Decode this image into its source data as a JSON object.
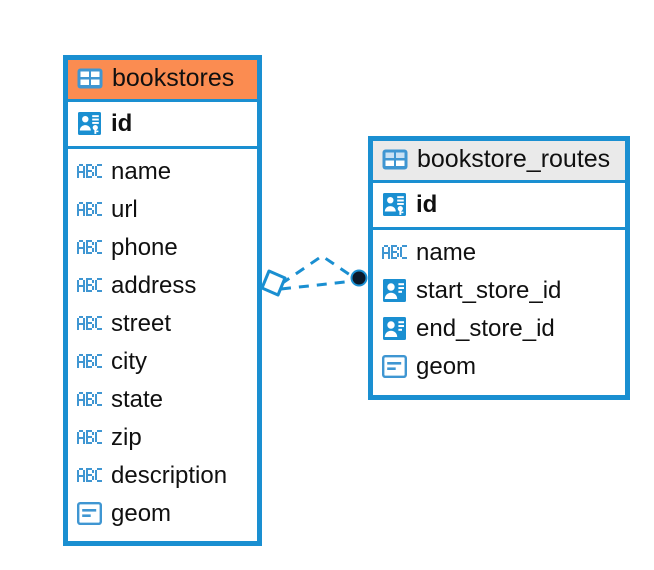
{
  "diagram": {
    "type": "entity-relationship-diagram",
    "background": "#ffffff",
    "accent_blue": "#1a8fd1",
    "header_orange": "#fb8c51",
    "header_gray": "#eaeaea"
  },
  "tables": [
    {
      "name": "bookstores",
      "header_style": "orange",
      "table_icon": "table-icon",
      "primary_key": {
        "label": "id",
        "icon": "primary-key-icon"
      },
      "fields": [
        {
          "label": "name",
          "icon": "abc-text-icon"
        },
        {
          "label": "url",
          "icon": "abc-text-icon"
        },
        {
          "label": "phone",
          "icon": "abc-text-icon"
        },
        {
          "label": "address",
          "icon": "abc-text-icon"
        },
        {
          "label": "street",
          "icon": "abc-text-icon"
        },
        {
          "label": "city",
          "icon": "abc-text-icon"
        },
        {
          "label": "state",
          "icon": "abc-text-icon"
        },
        {
          "label": "zip",
          "icon": "abc-text-icon"
        },
        {
          "label": "description",
          "icon": "abc-text-icon"
        },
        {
          "label": "geom",
          "icon": "geometry-icon"
        }
      ]
    },
    {
      "name": "bookstore_routes",
      "header_style": "gray",
      "table_icon": "table-icon",
      "primary_key": {
        "label": "id",
        "icon": "primary-key-icon"
      },
      "fields": [
        {
          "label": "name",
          "icon": "abc-text-icon"
        },
        {
          "label": "start_store_id",
          "icon": "foreign-key-icon"
        },
        {
          "label": "end_store_id",
          "icon": "foreign-key-icon"
        },
        {
          "label": "geom",
          "icon": "geometry-icon"
        }
      ]
    }
  ],
  "relationship": {
    "source_marker": "diamond-marker",
    "target_marker": "filled-circle-marker",
    "line_style": "dashed",
    "color": "#1a8fd1"
  }
}
